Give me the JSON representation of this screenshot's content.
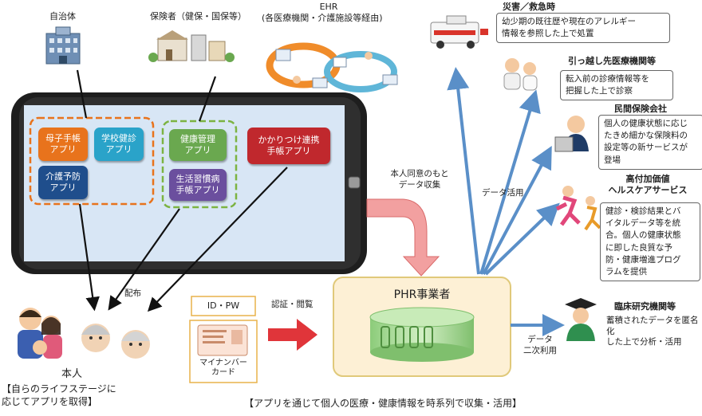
{
  "top": {
    "municipality_label": "自治体",
    "insurer_label": "保険者（健保・国保等）",
    "ehr_label": "EHR",
    "ehr_sub_label": "(各医療機関・介護施設等経由)"
  },
  "apps": {
    "boshi": "母子手帳\nアプリ",
    "gakko": "学校健診\nアプリ",
    "kaigo": "介護予防\nアプリ",
    "kenko": "健康管理\nアプリ",
    "seikatsu": "生活習慣病\n手帳アプリ",
    "kakaritsuke": "かかりつけ連携\n手帳アプリ"
  },
  "flow": {
    "consent_collect": "本人同意のもと\nデータ収集",
    "data_use": "データ活用",
    "distribute": "配布",
    "auth_view": "認証・閲覧",
    "secondary_use": "データ\n二次利用"
  },
  "phr": {
    "title": "PHR事業者"
  },
  "auth": {
    "id_pw": "ID・PW",
    "mynumber": "マイナンバー\nカード"
  },
  "person": {
    "label": "本人",
    "caption": "【自らのライフステージに\n応じてアプリを取得】"
  },
  "bottom_caption": "【アプリを通じて個人の医療・健康情報を時系列で収集・活用】",
  "right": [
    {
      "title": "災害／救急時",
      "desc": "幼少期の既往歴や現在のアレルギー\n情報を参照した上で処置"
    },
    {
      "title": "引っ越し先医療機関等",
      "desc": "転入前の診療情報等を\n把握した上で診察"
    },
    {
      "title": "民間保険会社",
      "desc": "個人の健康状態に応じ\nたきめ細かな保険料の\n設定等の新サービスが\n登場"
    },
    {
      "title": "高付加価値\nヘルスケアサービス",
      "desc": "健診・検診結果とバ\nイタルデータ等を統\n合。個人の健康状態\nに即した良質な予\n防・健康増進プログ\nラムを提供"
    },
    {
      "title": "臨床研究機関等",
      "desc": "蓄積されたデータを匿名化\nした上で分析・活用"
    }
  ],
  "colors": {
    "boshi": "#e8731c",
    "gakko": "#2aa3c9",
    "kaigo": "#1f4e8c",
    "kenko": "#6aa84f",
    "seikatsu": "#6b4f9e",
    "kakaritsuke": "#c0282d",
    "phr_fill": "#fdf0d5",
    "phr_border": "#e0c97a",
    "arrow_blue": "#5a8fc8",
    "arrow_red": "#e0353a",
    "pink_arrow": "#f2a0a0"
  }
}
